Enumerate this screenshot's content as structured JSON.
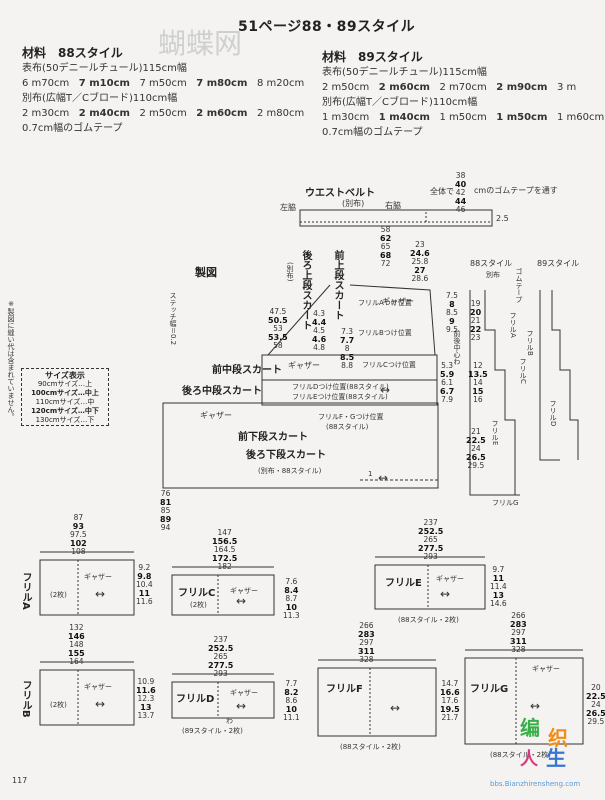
{
  "header": {
    "title": "51ページ88・89スタイル",
    "watermark": "蝴蝶网"
  },
  "materials_88": {
    "title": "材料　88スタイル",
    "line1": "表布(50デニールチュール)115cm幅",
    "line2_parts": [
      "6 m70cm",
      "7 m10cm",
      "7 m50cm",
      "7 m80cm",
      "8 m20cm"
    ],
    "line3": "別布(広幅T／Cブロード)110cm幅",
    "line4_parts": [
      "2 m30cm",
      "2 m40cm",
      "2 m50cm",
      "2 m60cm",
      "2 m80cm"
    ],
    "line5": "0.7cm幅のゴムテープ"
  },
  "materials_89": {
    "title": "材料　89スタイル",
    "line1": "表布(50デニールチュール)115cm幅",
    "line2_parts": [
      "2 m50cm",
      "2 m60cm",
      "2 m70cm",
      "2 m90cm",
      "3 m"
    ],
    "line3": "別布(広幅T／Cブロード)110cm幅",
    "line4_parts": [
      "1 m30cm",
      "1 m40cm",
      "1 m50cm",
      "1 m50cm",
      "1 m60cm"
    ],
    "line5": "0.7cm幅のゴムテープ"
  },
  "waistbelt": {
    "title": "ウエストベルト",
    "sub": "(別布)",
    "left": "左脇",
    "right": "右脇",
    "whole": "全体で",
    "elastic_note": "cmのゴムテープを通す",
    "top_nums": [
      "38",
      "40",
      "42",
      "44",
      "46"
    ],
    "right_num": "2.5",
    "bottom_nums": [
      "58",
      "62",
      "65",
      "68",
      "72"
    ]
  },
  "pattern": {
    "heading": "製図",
    "upper_back": "後ろ上段スカート",
    "upper_front": "前上段スカート",
    "betsu": "(別布)",
    "stitch": "ステッチ幅＝0.2",
    "mid_front": "前中段スカート",
    "mid_back": "後ろ中段スカート",
    "lower": "前下段スカート・後ろ下段スカート",
    "lower_front": "前下段スカート",
    "lower_back": "後ろ下段スカート",
    "lower_note": "(別布・88スタイル)",
    "gather": "ギャザー",
    "frillA_pos": "フリルAつけ位置",
    "frillB_pos": "フリルBつけ位置",
    "frillC_pos": "フリルCつけ位置",
    "frillD_pos": "フリルDつけ位置(88スタイル)",
    "frillE_pos": "フリルEつけ位置(88スタイル)",
    "frillFG_pos": "フリルF・Gつけ位置",
    "frillFG_note": "(88スタイル)",
    "left_nums": [
      "47.5",
      "50.5",
      "53",
      "53.5",
      "58"
    ],
    "mid_nums": [
      "4.3",
      "4.4",
      "4.5",
      "4.6",
      "4.8"
    ],
    "right_nums": [
      "23",
      "24.6",
      "25.8",
      "27",
      "28.6"
    ],
    "frill_nums1": [
      "7.5",
      "8",
      "8.5",
      "9",
      "9.5"
    ],
    "frill_nums2": [
      "7.3",
      "7.7",
      "8",
      "8.5",
      "8.8"
    ],
    "frill_nums3": [
      "5.3",
      "5.9",
      "6.1",
      "6.7",
      "7.9"
    ],
    "bottom_nums": [
      "76",
      "81",
      "85",
      "89",
      "94"
    ],
    "one": "1",
    "sizes_vertical": "前後中心わ"
  },
  "style_side": {
    "label88": "88スタイル",
    "label89": "89スタイル",
    "betsu": "別布",
    "gomu": "ゴムテープ",
    "frills": [
      "フリルA",
      "フリルB",
      "フリルC",
      "フリルD",
      "フリルE",
      "フリルG"
    ],
    "nums_a": [
      "19",
      "20",
      "21",
      "22",
      "23"
    ],
    "nums_b": [
      "12",
      "13.5",
      "14",
      "15",
      "16"
    ],
    "nums_c": [
      "21",
      "22.5",
      "24",
      "26.5",
      "29.5"
    ]
  },
  "size_box": {
    "title": "サイズ表示",
    "row1": "90cmサイズ…上",
    "row2": "100cmサイズ…中上",
    "row3": "110cmサイズ…中",
    "row4": "120cmサイズ…中下",
    "row5": "130cmサイズ…下"
  },
  "side_note": "※製図に縫い代は含まれていません。",
  "frills": {
    "A": {
      "label": "フリルA",
      "count": "(2枚)",
      "top": [
        "87",
        "93",
        "97.5",
        "102",
        "108"
      ],
      "side": [
        "9.2",
        "9.8",
        "10.4",
        "11",
        "11.6"
      ]
    },
    "B": {
      "label": "フリルB",
      "count": "(2枚)",
      "top": [
        "132",
        "146",
        "148",
        "155",
        "164"
      ],
      "side": [
        "10.9",
        "11.6",
        "12.3",
        "13",
        "13.7"
      ]
    },
    "C": {
      "label": "フリルC",
      "count": "(2枚)",
      "top": [
        "147",
        "156.5",
        "164.5",
        "172.5",
        "182"
      ],
      "side": [
        "7.6",
        "8.4",
        "8.7",
        "10",
        "11.3"
      ]
    },
    "D": {
      "label": "フリルD",
      "count": "(89スタイル・2枚)",
      "top": [
        "237",
        "252.5",
        "265",
        "277.5",
        "293"
      ],
      "side": [
        "7.7",
        "8.2",
        "8.6",
        "10",
        "11.1"
      ]
    },
    "E": {
      "label": "フリルE",
      "count": "(88スタイル・2枚)",
      "top": [
        "237",
        "252.5",
        "265",
        "277.5",
        "293"
      ],
      "side": [
        "9.7",
        "11",
        "11.4",
        "13",
        "14.6"
      ]
    },
    "F": {
      "label": "フリルF",
      "count": "(88スタイル・2枚)",
      "top": [
        "266",
        "283",
        "297",
        "311",
        "328"
      ],
      "side": [
        "14.7",
        "16.6",
        "17.6",
        "19.5",
        "21.7"
      ]
    },
    "G": {
      "label": "フリルG",
      "count": "(88スタイル・2枚)",
      "top": [
        "266",
        "283",
        "297",
        "311",
        "328"
      ],
      "side": [
        "20",
        "22.5",
        "24",
        "26.5",
        "29.5"
      ]
    },
    "gather": "ギャザー",
    "wa": "わ"
  },
  "footer": {
    "page_num": "117",
    "logo1": "编",
    "logo2": "织",
    "logo3": "生",
    "logo4": "人",
    "bbs": "bbs.Bianzhirensheng.com"
  }
}
